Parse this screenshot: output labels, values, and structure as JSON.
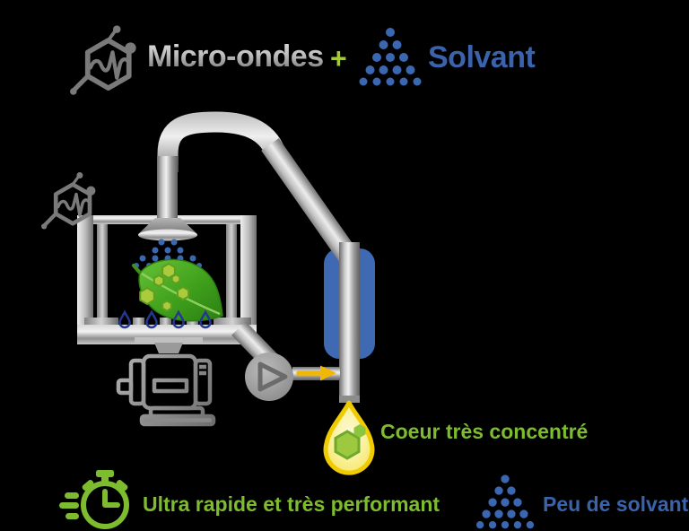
{
  "colors": {
    "background": "#000000",
    "title_silver_top": "#d6d6d6",
    "title_silver_bottom": "#7c7c7c",
    "green": "#7DBB2F",
    "plus_green": "#A6C83D",
    "blue_text": "#3A63AC",
    "dots_blue": "#3B67B0",
    "condenser_blue": "#4069B4",
    "droplet_navy": "#24388F",
    "drop_outline_yellow": "#EFCB00",
    "drop_fill_yellow": "#FAF19E",
    "arrow_yellow": "#F2B705",
    "leaf_green": "#3FA01C",
    "leaf_hexagon_green": "#A9CB3C",
    "metal_gray": "#9a9a9a"
  },
  "header": {
    "microwave_icon": "hexagon-molecule-wave-icon",
    "microwave_label": "Micro-ondes",
    "plus_sign": "+",
    "solvent_icon": "solvent-dots-triangle-icon",
    "solvent_label": "Solvant"
  },
  "diagram": {
    "chamber_icon": "hexagon-molecule-wave-icon",
    "chamber": "extraction-chamber",
    "spray": "solvent-spray-dots",
    "leaf": "leaf-with-active-compound-hexagons",
    "drips": "four-solvent-droplets",
    "condenser": "blue-condenser-column",
    "pump": "pump-with-flow-triangle",
    "motor": "electric-motor",
    "flow_arrow": "yellow-flow-arrow",
    "extract_drop": "yellow-concentrate-drop",
    "concentrate_label": "Coeur très concentré"
  },
  "footer": {
    "stopwatch_icon": "stopwatch-icon",
    "speed_label": "Ultra rapide et très performant",
    "low_solvent_icon": "solvent-dots-triangle-icon",
    "low_solvent_label": "Peu de solvant"
  }
}
